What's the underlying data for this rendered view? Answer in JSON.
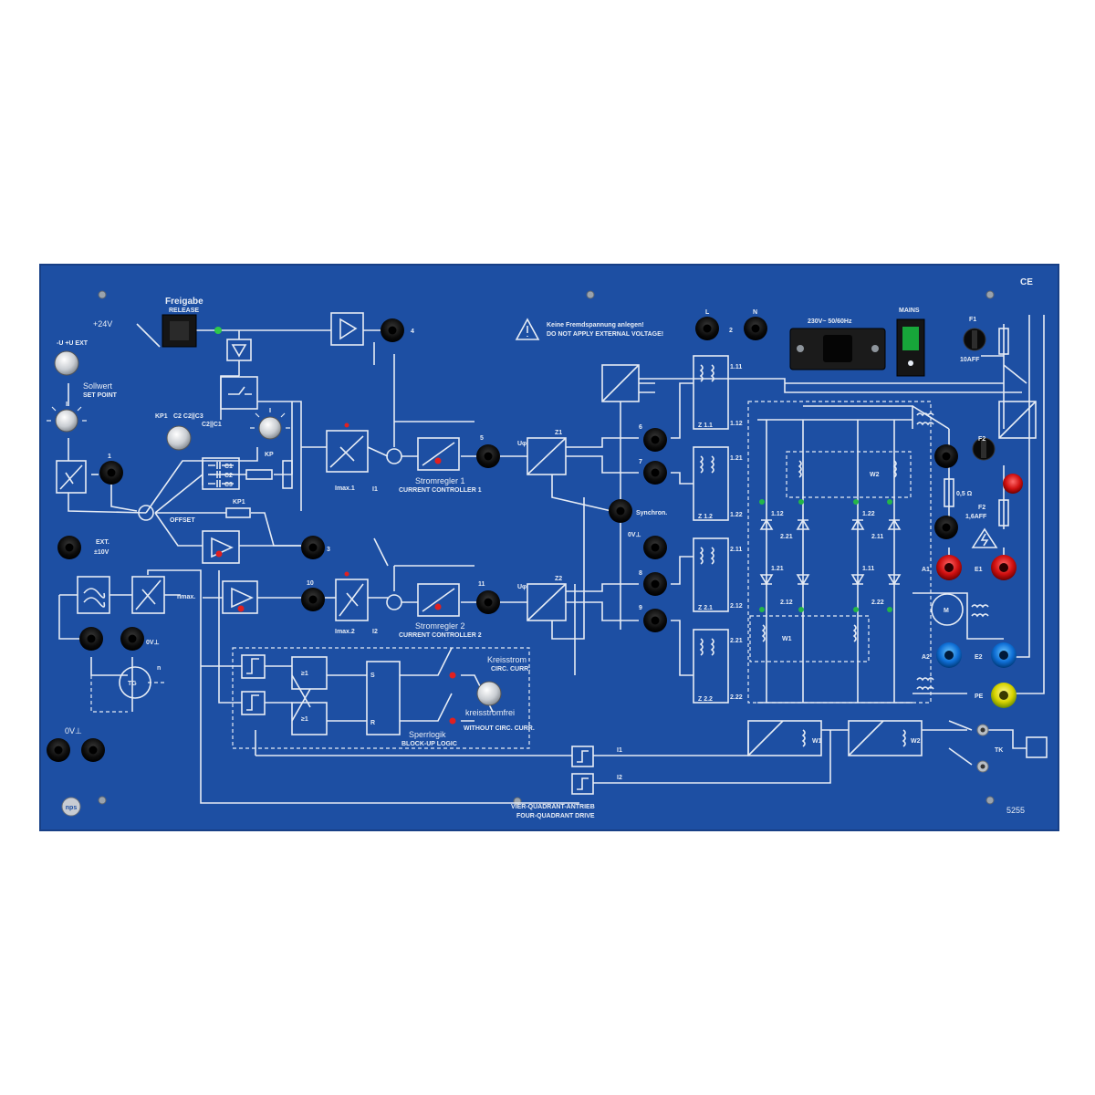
{
  "panel": {
    "model_number": "5255",
    "title_de": "VIER-QUADRANT-ANTRIEB",
    "title_en": "FOUR-QUADRANT DRIVE",
    "ce_mark": "CE",
    "logo_text": "nps"
  },
  "release": {
    "title_de": "Freigabe",
    "title_en": "RELEASE",
    "supply": "+24V"
  },
  "setpoint": {
    "title_de": "Sollwert",
    "title_en": "SET POINT",
    "range": "-U +U EXT",
    "ext_label": "EXT.",
    "ext_range": "±10V",
    "socket_1": "1",
    "offset": "OFFSET",
    "n_max": "nmax."
  },
  "controller": {
    "kp1": "KP1",
    "c2c3": "C2 C2||C3",
    "c2c1": "C2||C1",
    "kp": "KP",
    "c1": "C1",
    "c2": "C2",
    "c3": "C3",
    "kp1_res": "KP1",
    "socket_3": "3",
    "socket_10": "10",
    "socket_4": "4"
  },
  "limits": {
    "imax1": "Imax.1",
    "imax2": "Imax.2",
    "i1": "I1",
    "i2": "I2"
  },
  "current_controller_1": {
    "title_de": "Stromregler 1",
    "title_en": "CURRENT CONTROLLER 1",
    "socket": "5",
    "z": "Z1",
    "u": "Uφ"
  },
  "current_controller_2": {
    "title_de": "Stromregler 2",
    "title_en": "CURRENT CONTROLLER 2",
    "socket": "11",
    "z": "Z2",
    "u": "Uφ"
  },
  "sockets_mid": {
    "s6": "6",
    "s7": "7",
    "synchron": "Synchron.",
    "s0v": "0V⊥",
    "s8": "8",
    "s9": "9"
  },
  "warning": {
    "de": "Keine Fremdspannung anlegen!",
    "en": "DO NOT APPLY EXTERNAL VOLTAGE!"
  },
  "mains": {
    "l": "L",
    "n": "N",
    "two": "2",
    "rating": "230V~ 50/60Hz",
    "switch_label": "MAINS",
    "fuse1": "F1",
    "fuse1_rating": "10AFF",
    "fuse2": "F2",
    "fuse2b": "F2",
    "fuse2_rating": "1,6AFF",
    "resistor": "0,5 Ω"
  },
  "pulse_transformers": {
    "t1": [
      "1.11",
      "1.12",
      "Z 1.1"
    ],
    "t2": [
      "1.21",
      "1.22",
      "Z 1.2"
    ],
    "t3": [
      "2.11",
      "2.12",
      "Z 2.1"
    ],
    "t4": [
      "2.21",
      "2.22",
      "Z 2.2"
    ]
  },
  "bridge": {
    "w1": "W1",
    "w2": "W2",
    "t1_12": "1.12",
    "t2_21": "2.21",
    "t1_22": "1.22",
    "t2_11": "2.11",
    "t1_21": "1.21",
    "t2_12": "2.12",
    "t1_11": "1.11",
    "t2_22": "2.22"
  },
  "outputs": {
    "a1": "A1",
    "e1": "E1",
    "a2": "A2",
    "e2": "E2",
    "pe": "PE",
    "m": "M",
    "tk": "TK"
  },
  "tacho": {
    "ov": "0V⊥",
    "tg": "TG",
    "n": "n"
  },
  "block_logic": {
    "title_de": "Sperrlogik",
    "title_en": "BLOCK-UP LOGIC",
    "s": "S",
    "r": "R",
    "ge1": "≥1",
    "ge1b": "≥1",
    "circ_de": "Kreisstrom",
    "circ_en": "CIRC. CURR.",
    "free_de": "kreisstromfrei",
    "free_en": "WITHOUT CIRC. CURR."
  },
  "feedback": {
    "i1": "I1",
    "i2": "I2",
    "w1": "W1",
    "w2": "W2"
  },
  "ground": {
    "ov_left": "0V⊥"
  }
}
